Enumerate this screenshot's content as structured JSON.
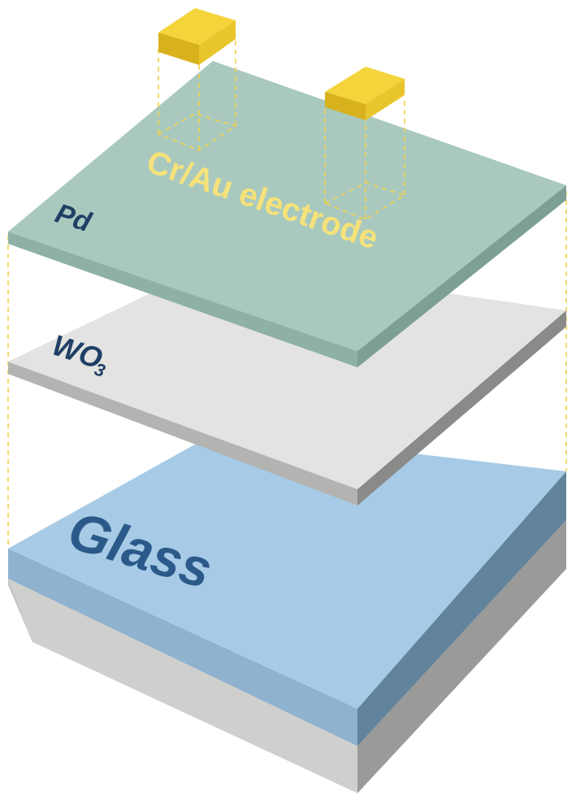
{
  "labels": {
    "electrode": "Cr/Au electrode",
    "pd": "Pd",
    "wo3_main": "WO",
    "wo3_sub": "3",
    "glass": "Glass"
  },
  "colors": {
    "electrode_top": "#f4d43a",
    "electrode_front": "#d8b21e",
    "electrode_side": "#e8c52a",
    "pd_top": "#a9c9be",
    "pd_front": "#8fb1a5",
    "pd_side": "#7d9f94",
    "wo3_top": "#e3e3e1",
    "wo3_front": "#b3b3b1",
    "wo3_side": "#8a8a88",
    "glass_top": "#a7cbe6",
    "glass_front": "#8fb2cf",
    "glass_side": "#62839c",
    "substrate_front": "#cfcfcd",
    "substrate_side": "#9a9a98",
    "guide_line": "#f2d24a"
  }
}
